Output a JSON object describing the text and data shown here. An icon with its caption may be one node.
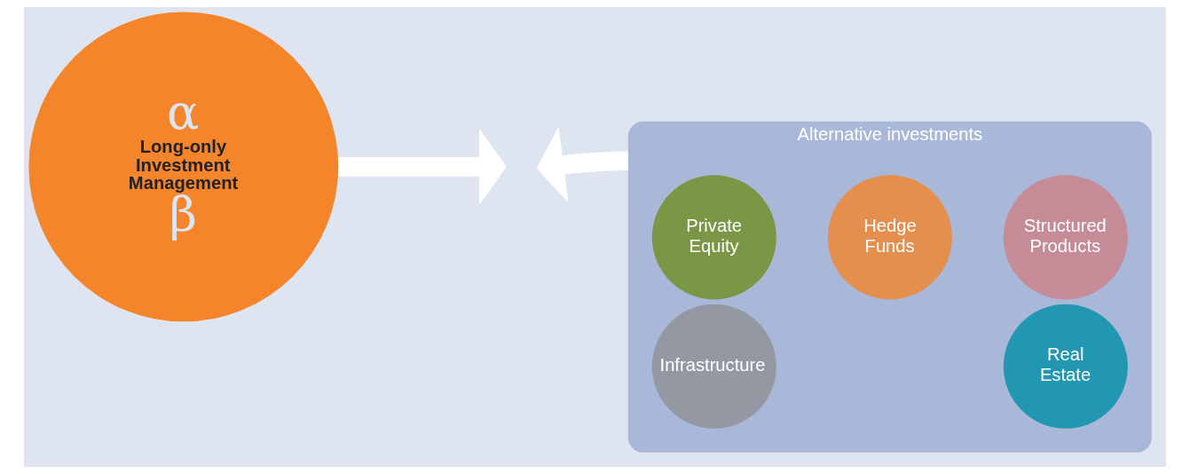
{
  "diagram": {
    "nodes": [
      {
        "text": [
          "α",
          "Long-only Investment Management",
          "β"
        ]
      },
      {
        "text": [
          "Alternative investments"
        ]
      },
      {
        "text": [
          "Hedge Funds"
        ],
        "in": 1
      },
      {
        "text": [
          "Private Equity"
        ],
        "in": 1
      },
      {
        "text": [
          "Structured Products"
        ],
        "in": 1
      },
      {
        "text": [
          "Infrastructure"
        ],
        "in": 1
      },
      {
        "text": [
          "Real Estate"
        ],
        "in": 1
      }
    ],
    "edges": [
      {
        "from": 0,
        "to": null,
        "arrow": "to"
      },
      {
        "from": 1,
        "to": null,
        "arrow": "to"
      }
    ]
  }
}
